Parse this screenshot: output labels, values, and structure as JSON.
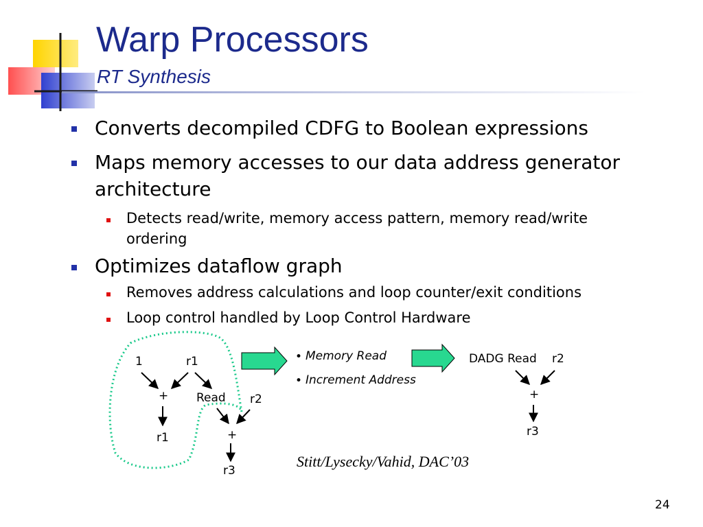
{
  "slide": {
    "title": "Warp Processors",
    "subtitle": "RT Synthesis",
    "page_number": "24",
    "citation": "Stitt/Lysecky/Vahid, DAC’03",
    "accent_colors": {
      "title": "#1c2a8c",
      "bullet_l1": "#2232a8",
      "bullet_l2": "#e01010",
      "dotted_outline": "#19c98a",
      "arrow_fill": "#28d890"
    }
  },
  "bullets": [
    {
      "text": "Converts decompiled CDFG to Boolean expressions"
    },
    {
      "text_line1": "Maps memory accesses to our data address generator",
      "text_line2": "architecture"
    },
    {
      "sub_line1": "Detects read/write, memory access pattern, memory read/write",
      "sub_line2": "ordering"
    },
    {
      "text": "Optimizes dataflow graph"
    },
    {
      "sub": "Removes address calculations and loop counter/exit conditions"
    },
    {
      "sub": "Loop control handled by Loop Control Hardware"
    }
  ],
  "diagram": {
    "left_graph": {
      "const_one": "1",
      "r1_top": "r1",
      "plus_1": "+",
      "read": "Read",
      "r2": "r2",
      "r1_out": "r1",
      "plus_2": "+",
      "r3": "r3"
    },
    "middle_list": {
      "item_1": "Memory Read",
      "item_2": "Increment Address",
      "bullet_char": "•"
    },
    "right_graph": {
      "dadg_read": "DADG Read",
      "r2": "r2",
      "plus": "+",
      "r3": "r3"
    }
  }
}
